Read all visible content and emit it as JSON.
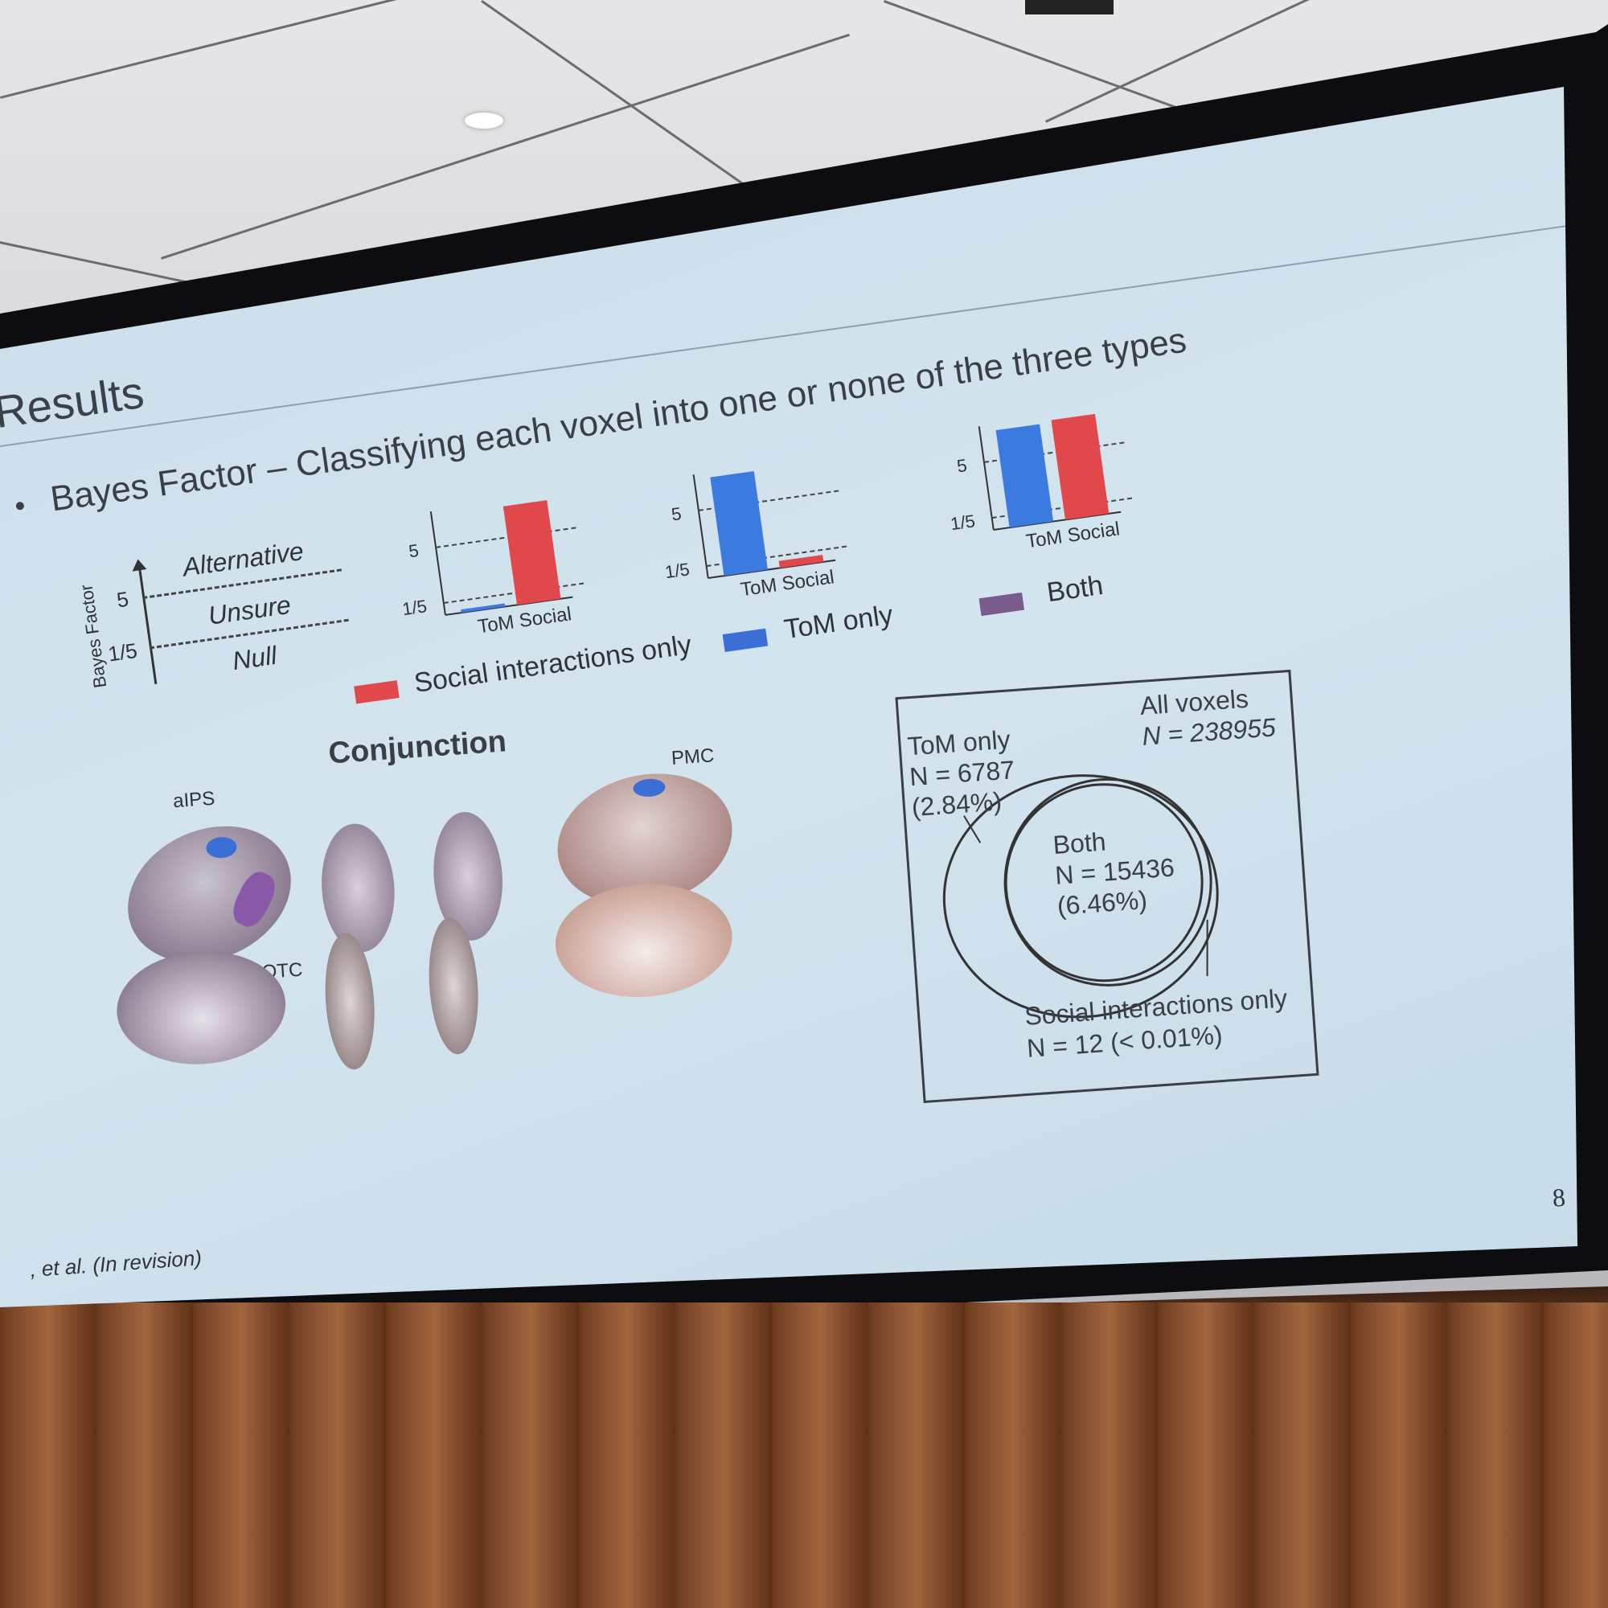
{
  "slide": {
    "title": "Results",
    "bullet": "Bayes Factor – Classifying each voxel into one or none of the three types",
    "page_number": "8",
    "citation": ", et al. (In revision)"
  },
  "scale_diagram": {
    "axis_label": "Bayes Factor",
    "tick_high": "5",
    "tick_low": "1/5",
    "zone_top": "Alternative",
    "zone_mid": "Unsure",
    "zone_bottom": "Null"
  },
  "chart_data": [
    {
      "type": "bar",
      "title": "Social interactions only",
      "categories": [
        "ToM",
        "Social"
      ],
      "values": [
        0.12,
        30
      ],
      "colors": [
        "#3b7be0",
        "#e0484c"
      ],
      "ylabel": "Bayes Factor",
      "yscale": "log",
      "ylim": [
        0.1,
        40
      ],
      "reference_lines": [
        5,
        0.2
      ],
      "tick_labels": [
        "5",
        "1/5"
      ],
      "category_label": "ToM Social"
    },
    {
      "type": "bar",
      "title": "ToM only",
      "categories": [
        "ToM",
        "Social"
      ],
      "values": [
        30,
        0.15
      ],
      "colors": [
        "#3b7be0",
        "#e0484c"
      ],
      "ylabel": "Bayes Factor",
      "yscale": "log",
      "ylim": [
        0.1,
        40
      ],
      "reference_lines": [
        5,
        0.2
      ],
      "tick_labels": [
        "5",
        "1/5"
      ],
      "category_label": "ToM Social"
    },
    {
      "type": "bar",
      "title": "Both",
      "categories": [
        "ToM",
        "Social"
      ],
      "values": [
        28,
        32
      ],
      "colors": [
        "#3b7be0",
        "#e0484c"
      ],
      "ylabel": "Bayes Factor",
      "yscale": "log",
      "ylim": [
        0.1,
        40
      ],
      "reference_lines": [
        5,
        0.2
      ],
      "tick_labels": [
        "5",
        "1/5"
      ],
      "category_label": "ToM Social"
    }
  ],
  "legend": [
    {
      "label": "Social interactions only",
      "color": "#e0484c"
    },
    {
      "label": "ToM only",
      "color": "#3b6fd6"
    },
    {
      "label": "Both",
      "color": "#7b5a8e"
    }
  ],
  "brains": {
    "heading": "Conjunction",
    "labels": {
      "aips": "aIPS",
      "lotc": "LOTC",
      "pmc": "PMC"
    }
  },
  "venn": {
    "all_label": "All voxels",
    "all_n": "N = 238955",
    "tom_label": "ToM only",
    "tom_n": "N = 6787",
    "tom_pct": "(2.84%)",
    "both_label": "Both",
    "both_n": "N = 15436",
    "both_pct": "(6.46%)",
    "social_label": "Social interactions only",
    "social_n": "N = 12 (< 0.01%)"
  }
}
